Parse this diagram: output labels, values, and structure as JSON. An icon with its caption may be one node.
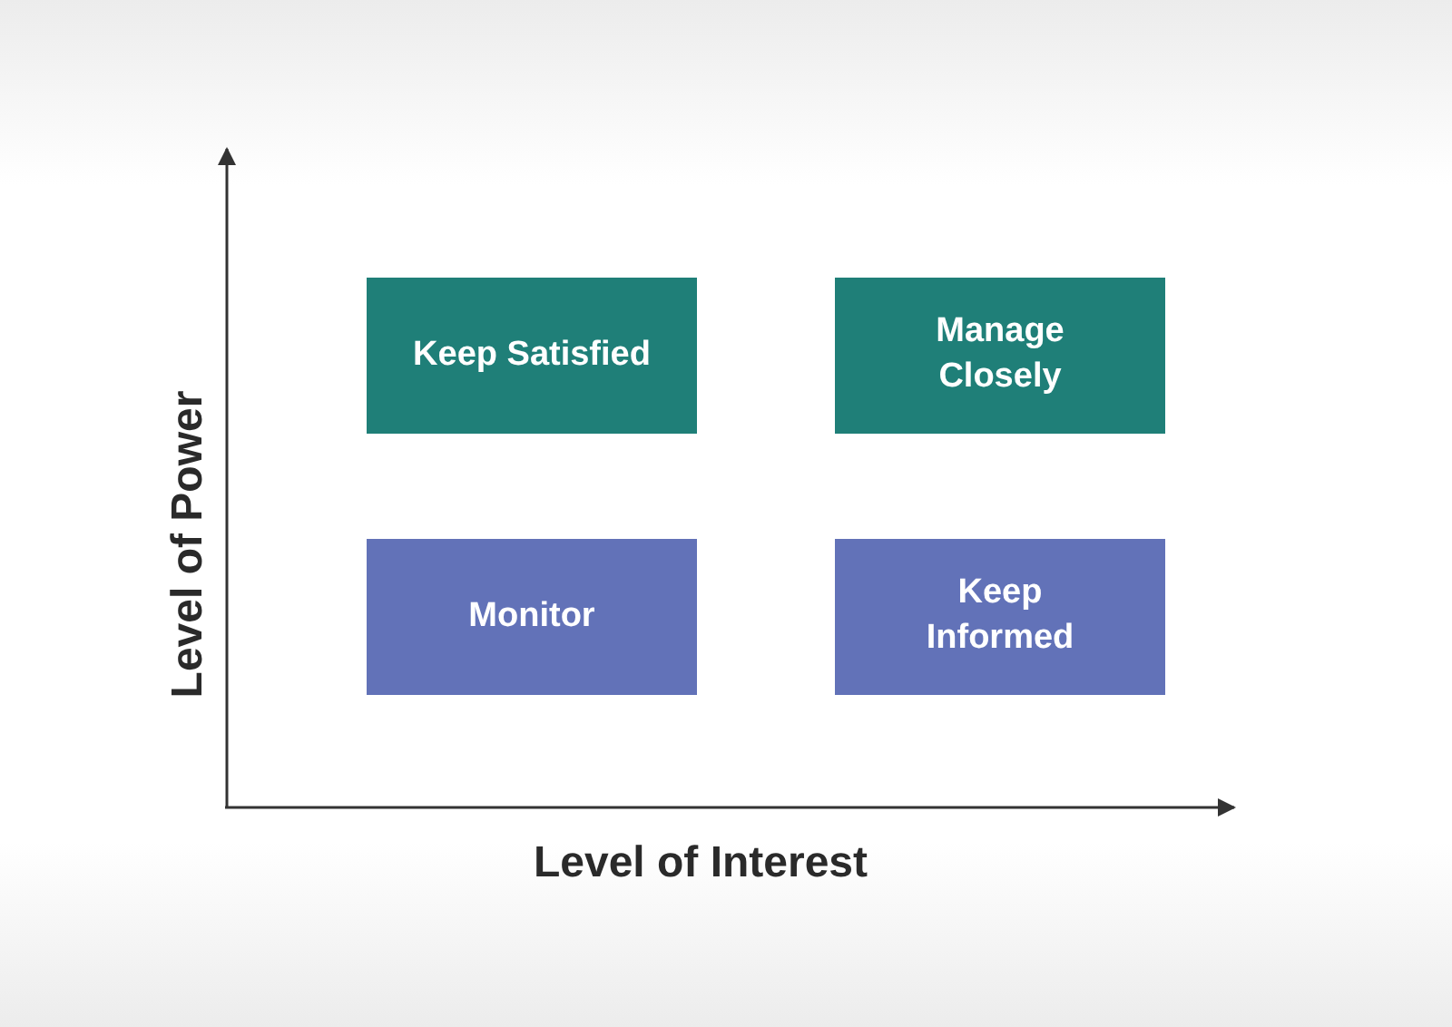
{
  "diagram": {
    "nodes": [
      {
        "text": [
          "Keep Satisfied"
        ]
      },
      {
        "text": [
          "Manage Closely"
        ]
      },
      {
        "text": [
          "Monitor"
        ]
      },
      {
        "text": [
          "Keep Informed"
        ]
      }
    ],
    "labels": [
      "Level of Power",
      "Level of Interest"
    ]
  }
}
